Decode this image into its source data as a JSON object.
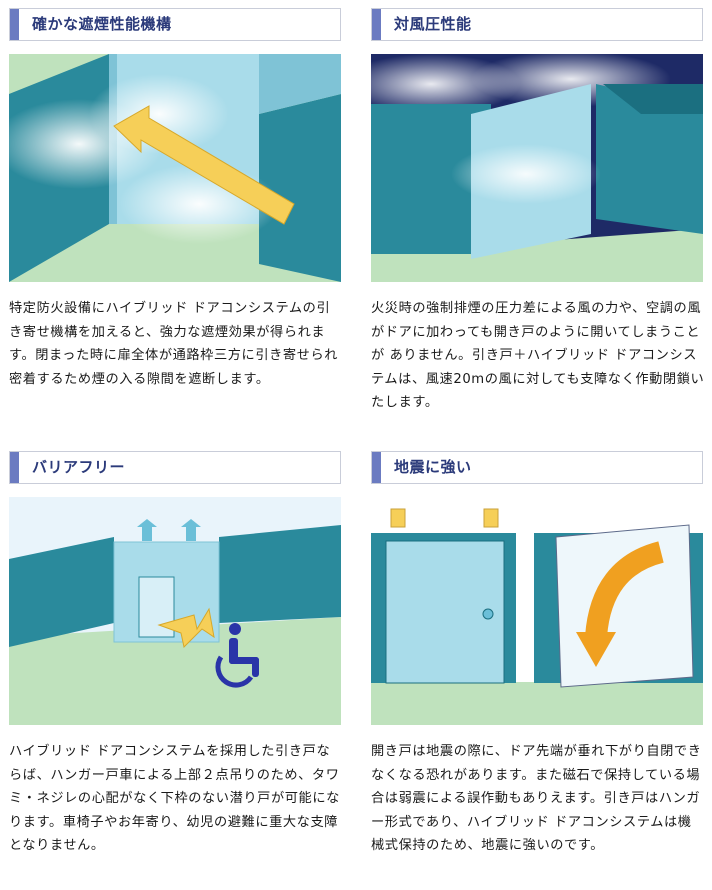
{
  "colors": {
    "accent_bar": "#6b7bc1",
    "title_text": "#2b3a7a",
    "wall_teal": "#2a8a9c",
    "wall_light": "#a9dcea",
    "floor_green": "#bfe2bd",
    "arrow_orange": "#f0a020"
  },
  "sections": [
    {
      "title": "確かな遮煙性能機構",
      "description": "特定防火設備にハイブリッド ドアコンシステムの引き寄せ機構を加えると、強力な遮煙効果が得られます。閉まった時に扉全体が通路枠三方に引き寄せられ密着するため煙の入る隙間を遮断します。"
    },
    {
      "title": "対風圧性能",
      "description": "火災時の強制排煙の圧力差による風の力や、空調の風がドアに加わっても開き戸のように開いてしまうことが ありません。引き戸＋ハイブリッド ドアコンシステムは、風速20mの風に対しても支障なく作動閉鎖いたします。"
    },
    {
      "title": "バリアフリー",
      "description": "ハイブリッド ドアコンシステムを採用した引き戸ならば、ハンガー戸車による上部２点吊りのため、タワミ・ネジレの心配がなく下枠のない潜り戸が可能になります。車椅子やお年寄り、幼児の避難に重大な支障となりません。"
    },
    {
      "title": "地震に強い",
      "description": "開き戸は地震の際に、ドア先端が垂れ下がり自閉できなくなる恐れがあります。また磁石で保持している場合は弱震による誤作動もありえます。引き戸はハンガー形式であり、ハイブリッド ドアコンシステムは機械式保持のため、地震に強いのです。"
    }
  ]
}
